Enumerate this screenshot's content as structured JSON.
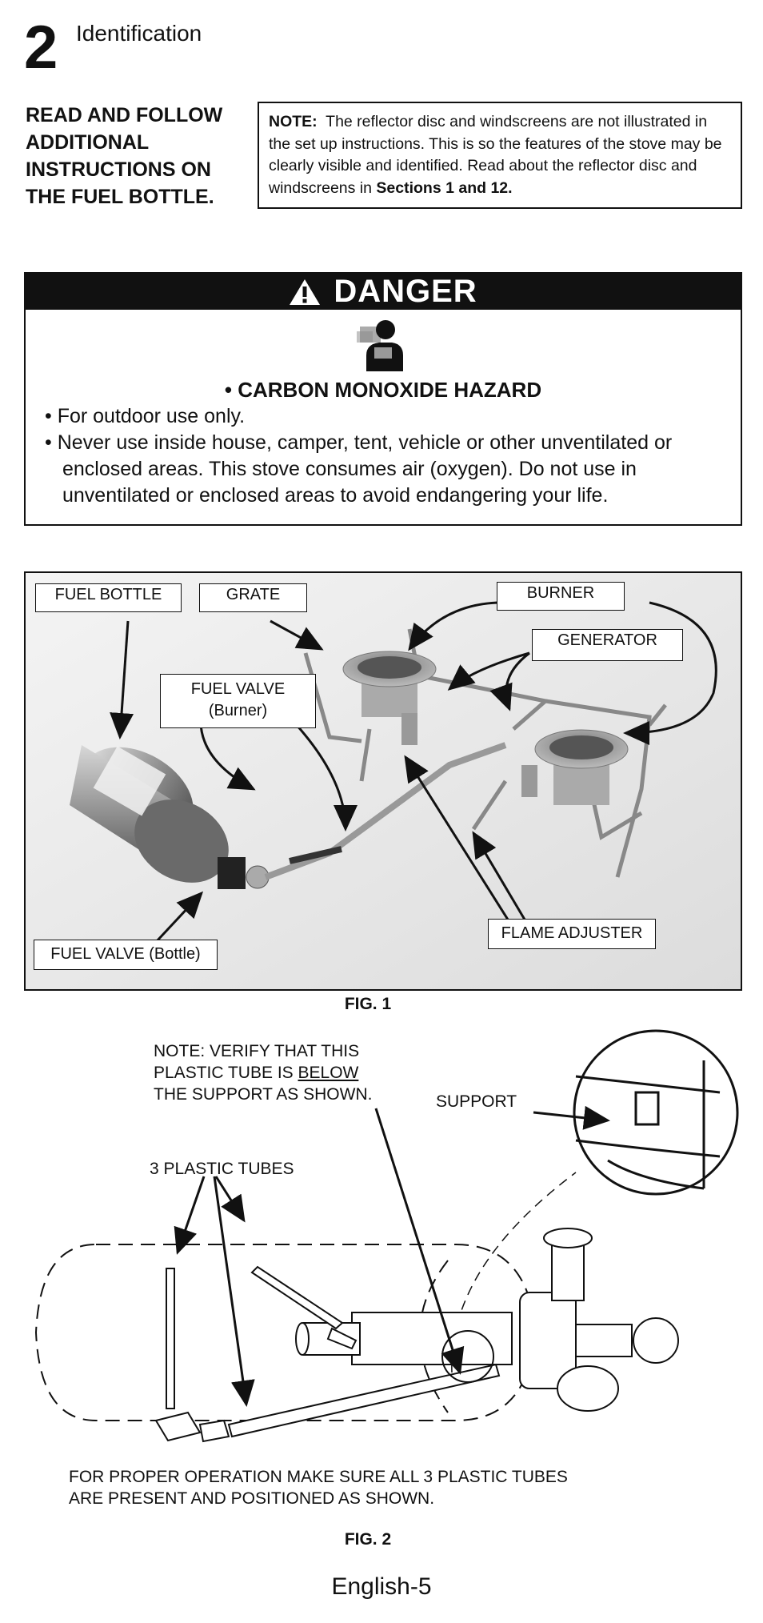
{
  "header": {
    "section_number": "2",
    "section_title": "Identification"
  },
  "fuel_warning": "READ AND FOLLOW ADDITIONAL INSTRUCTIONS ON THE FUEL BOTTLE.",
  "note": {
    "label": "NOTE:",
    "text": "The reflector disc and windscreens are not illustrated in the set up instructions.  This is so the features of the stove may be clearly visible and identified.  Read about the reflector disc and windscreens in",
    "sections": "Sections 1 and 12."
  },
  "danger": {
    "title": "DANGER",
    "hazard": "• CARBON MONOXIDE HAZARD",
    "bullets": [
      "• For outdoor use only.",
      "• Never use inside house, camper, tent, vehicle or other unventilated or enclosed areas. This stove consumes air (oxygen). Do not use in unventilated or enclosed areas to avoid endangering your life."
    ],
    "icon": "co-person-icon"
  },
  "figure1": {
    "caption": "FIG. 1",
    "labels": {
      "fuel_bottle": "FUEL BOTTLE",
      "grate": "GRATE",
      "burner": "BURNER",
      "generator": "GENERATOR",
      "fuel_valve_burner_1": "FUEL VALVE",
      "fuel_valve_burner_2": "(Burner)",
      "fuel_valve_bottle": "FUEL VALVE (Bottle)",
      "flame_adjuster": "FLAME ADJUSTER"
    }
  },
  "figure2": {
    "caption": "FIG. 2",
    "note_prefix": "NOTE:  VERIFY THAT THIS",
    "note_line2a": "PLASTIC TUBE IS ",
    "note_line2b": "BELOW",
    "note_line3": "THE SUPPORT AS SHOWN.",
    "support": "SUPPORT",
    "tubes": "3 PLASTIC TUBES",
    "operation_1": "FOR PROPER OPERATION MAKE SURE ALL 3 PLASTIC TUBES",
    "operation_2": "ARE PRESENT AND POSITIONED AS SHOWN."
  },
  "footer": "English-5"
}
